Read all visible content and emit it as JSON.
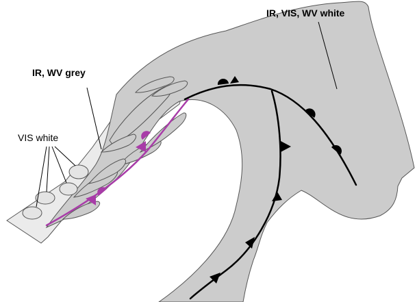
{
  "labels": {
    "top_right": "IR, VIS, WV white",
    "left_upper": "IR, WV grey",
    "left_lower": "VIS white"
  },
  "colors": {
    "main_cloud": "#cccccc",
    "pale_band": "#ebebeb",
    "inner_cells": "#cccccc",
    "front_black": "#000000",
    "front_purple": "#a83ca8",
    "background": "#ffffff"
  },
  "fronts": [
    {
      "name": "occluded-front",
      "color": "purple"
    },
    {
      "name": "warm-front",
      "color": "black"
    },
    {
      "name": "cold-front",
      "color": "black"
    }
  ]
}
